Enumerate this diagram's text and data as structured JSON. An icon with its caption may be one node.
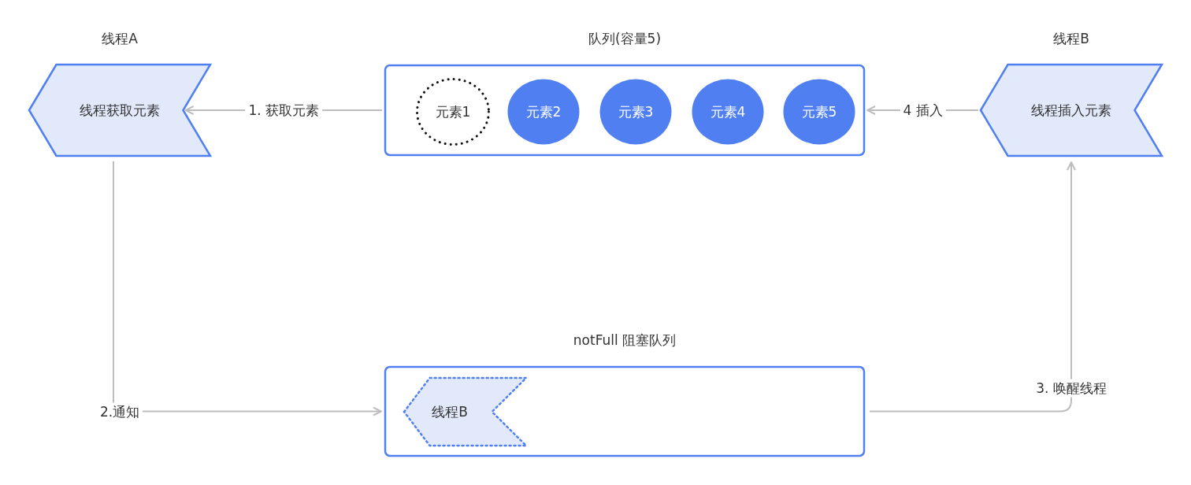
{
  "diagram": {
    "nodes": [
      {
        "text": [
          "线程A",
          "线程获取元素"
        ]
      },
      {
        "text": [
          "队列(容量5)"
        ]
      },
      {
        "text": [
          "元素1"
        ],
        "in": 1
      },
      {
        "text": [
          "元素2"
        ],
        "in": 1
      },
      {
        "text": [
          "元素3"
        ],
        "in": 1
      },
      {
        "text": [
          "元素4"
        ],
        "in": 1
      },
      {
        "text": [
          "元素5"
        ],
        "in": 1
      },
      {
        "text": [
          "线程B",
          "线程插入元素"
        ]
      },
      {
        "text": [
          "notFull 阻塞队列"
        ]
      },
      {
        "text": [
          "线程B"
        ],
        "in": 8
      }
    ],
    "edges": [
      {
        "from": 1,
        "to": 0,
        "arrow": "to",
        "label": "1. 获取元素"
      },
      {
        "from": 0,
        "to": 8,
        "arrow": "to",
        "label": "2.通知"
      },
      {
        "from": 8,
        "to": 7,
        "arrow": "to",
        "label": "3. 唤醒线程"
      },
      {
        "from": 7,
        "to": 1,
        "arrow": "to",
        "label": "4 插入"
      }
    ]
  }
}
